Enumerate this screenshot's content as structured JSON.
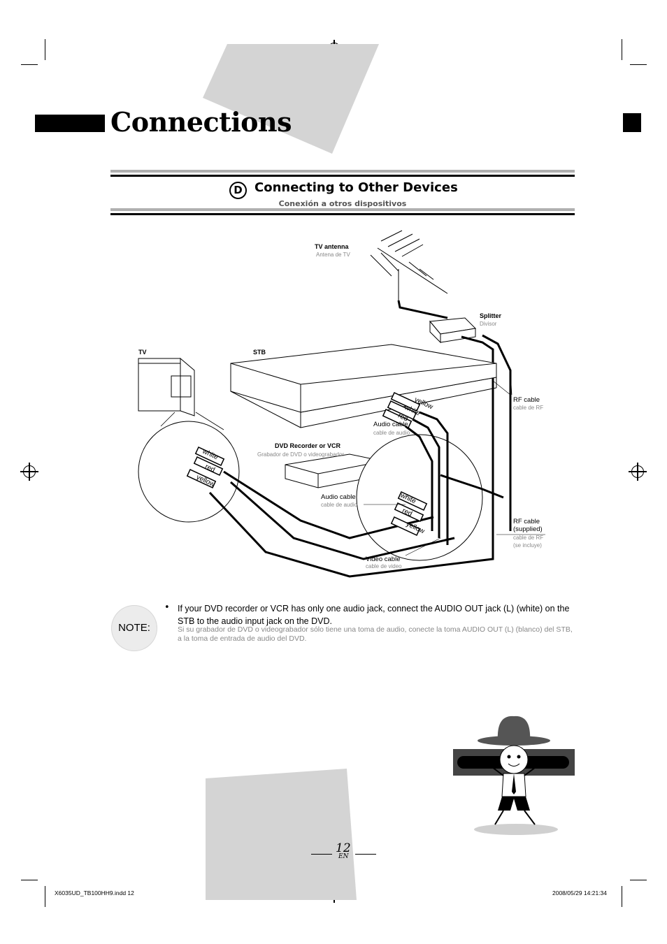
{
  "page": {
    "title": "Connections",
    "section": {
      "letter": "D",
      "title": "Connecting to Other Devices",
      "subtitle": "Conexión a otros dispositivos"
    }
  },
  "diagram": {
    "tv_antenna": {
      "label": "TV antenna",
      "sub": "Antena de TV"
    },
    "splitter": {
      "label": "Splitter",
      "sub": "Divisor"
    },
    "tv": {
      "label": "TV"
    },
    "stb": {
      "label": "STB"
    },
    "rf_cable": {
      "label": "RF cable",
      "sub": "cable de RF"
    },
    "audio_cable_top": {
      "label": "Audio cable",
      "sub": "cable de audio"
    },
    "dvd": {
      "label": "DVD Recorder or VCR",
      "sub": "Grabador de DVD o videograbador"
    },
    "audio_cable_mid": {
      "label": "Audio cable",
      "sub": "cable de audio"
    },
    "rf_cable_supplied": {
      "label1": "RF cable",
      "label2": "(supplied)",
      "sub1": "cable de RF",
      "sub2": "(se incluye)"
    },
    "video_cable": {
      "label": "Video cable",
      "sub": "cable de video"
    },
    "plug_labels": {
      "yellow": "yellow",
      "white": "white",
      "red": "red"
    }
  },
  "note": {
    "badge": "NOTE:",
    "bullet": "•",
    "text_en": "If your DVD recorder or VCR has only one audio jack, connect the AUDIO OUT jack (L) (white) on the STB to the audio input jack on the DVD.",
    "text_es": "Si su grabador de DVD o videograbador sólo tiene una toma de audio, conecte la toma AUDIO OUT (L) (blanco) del STB, a la toma de entrada de audio del DVD."
  },
  "footer": {
    "page_number": "12",
    "lang": "EN",
    "file": "X6035UD_TB100HH9.indd   12",
    "timestamp": "2008/05/29   14:21:34"
  },
  "colors": {
    "accent": "#000000",
    "grey_panel": "#d4d4d4",
    "sub_text": "#888888"
  }
}
